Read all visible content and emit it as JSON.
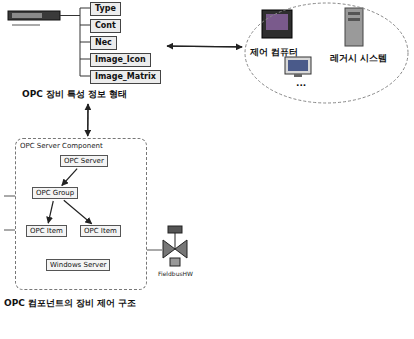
{
  "diagram": {
    "nodes": [
      {
        "text": [
          "OPC 장비 특성 정보 형태"
        ]
      },
      {
        "text": [
          "Type"
        ],
        "in": 0
      },
      {
        "text": [
          "Cont"
        ],
        "in": 0
      },
      {
        "text": [
          "Nec"
        ],
        "in": 0
      },
      {
        "text": [
          "Image_Icon"
        ],
        "in": 0
      },
      {
        "text": [
          "Image_Matrix"
        ],
        "in": 0
      },
      {
        "text": [
          "제어 컴퓨터",
          "레거시 시스템",
          "..."
        ]
      },
      {
        "text": [
          "OPC Server Component",
          "OPC 컴포넌트의 장비 제어 구조"
        ]
      },
      {
        "text": [
          "OPC Server"
        ],
        "in": 7
      },
      {
        "text": [
          "OPC Group"
        ],
        "in": 7
      },
      {
        "text": [
          "OPC Item"
        ],
        "in": 7
      },
      {
        "text": [
          "OPC Item"
        ],
        "in": 7
      },
      {
        "text": [
          "Windows Server"
        ],
        "in": 7
      }
    ],
    "edges": [
      {
        "from": 0,
        "to": 6,
        "arrow": "to"
      },
      {
        "from": 6,
        "to": 0,
        "arrow": "to"
      },
      {
        "from": 0,
        "to": 7,
        "arrow": "to"
      },
      {
        "from": 7,
        "to": 0,
        "arrow": "to"
      },
      {
        "from": 8,
        "to": 9,
        "arrow": "to"
      },
      {
        "from": 9,
        "to": 10,
        "arrow": "to"
      },
      {
        "from": 9,
        "to": 11,
        "arrow": "to"
      }
    ],
    "labels": [
      "FieldbusHW"
    ]
  }
}
